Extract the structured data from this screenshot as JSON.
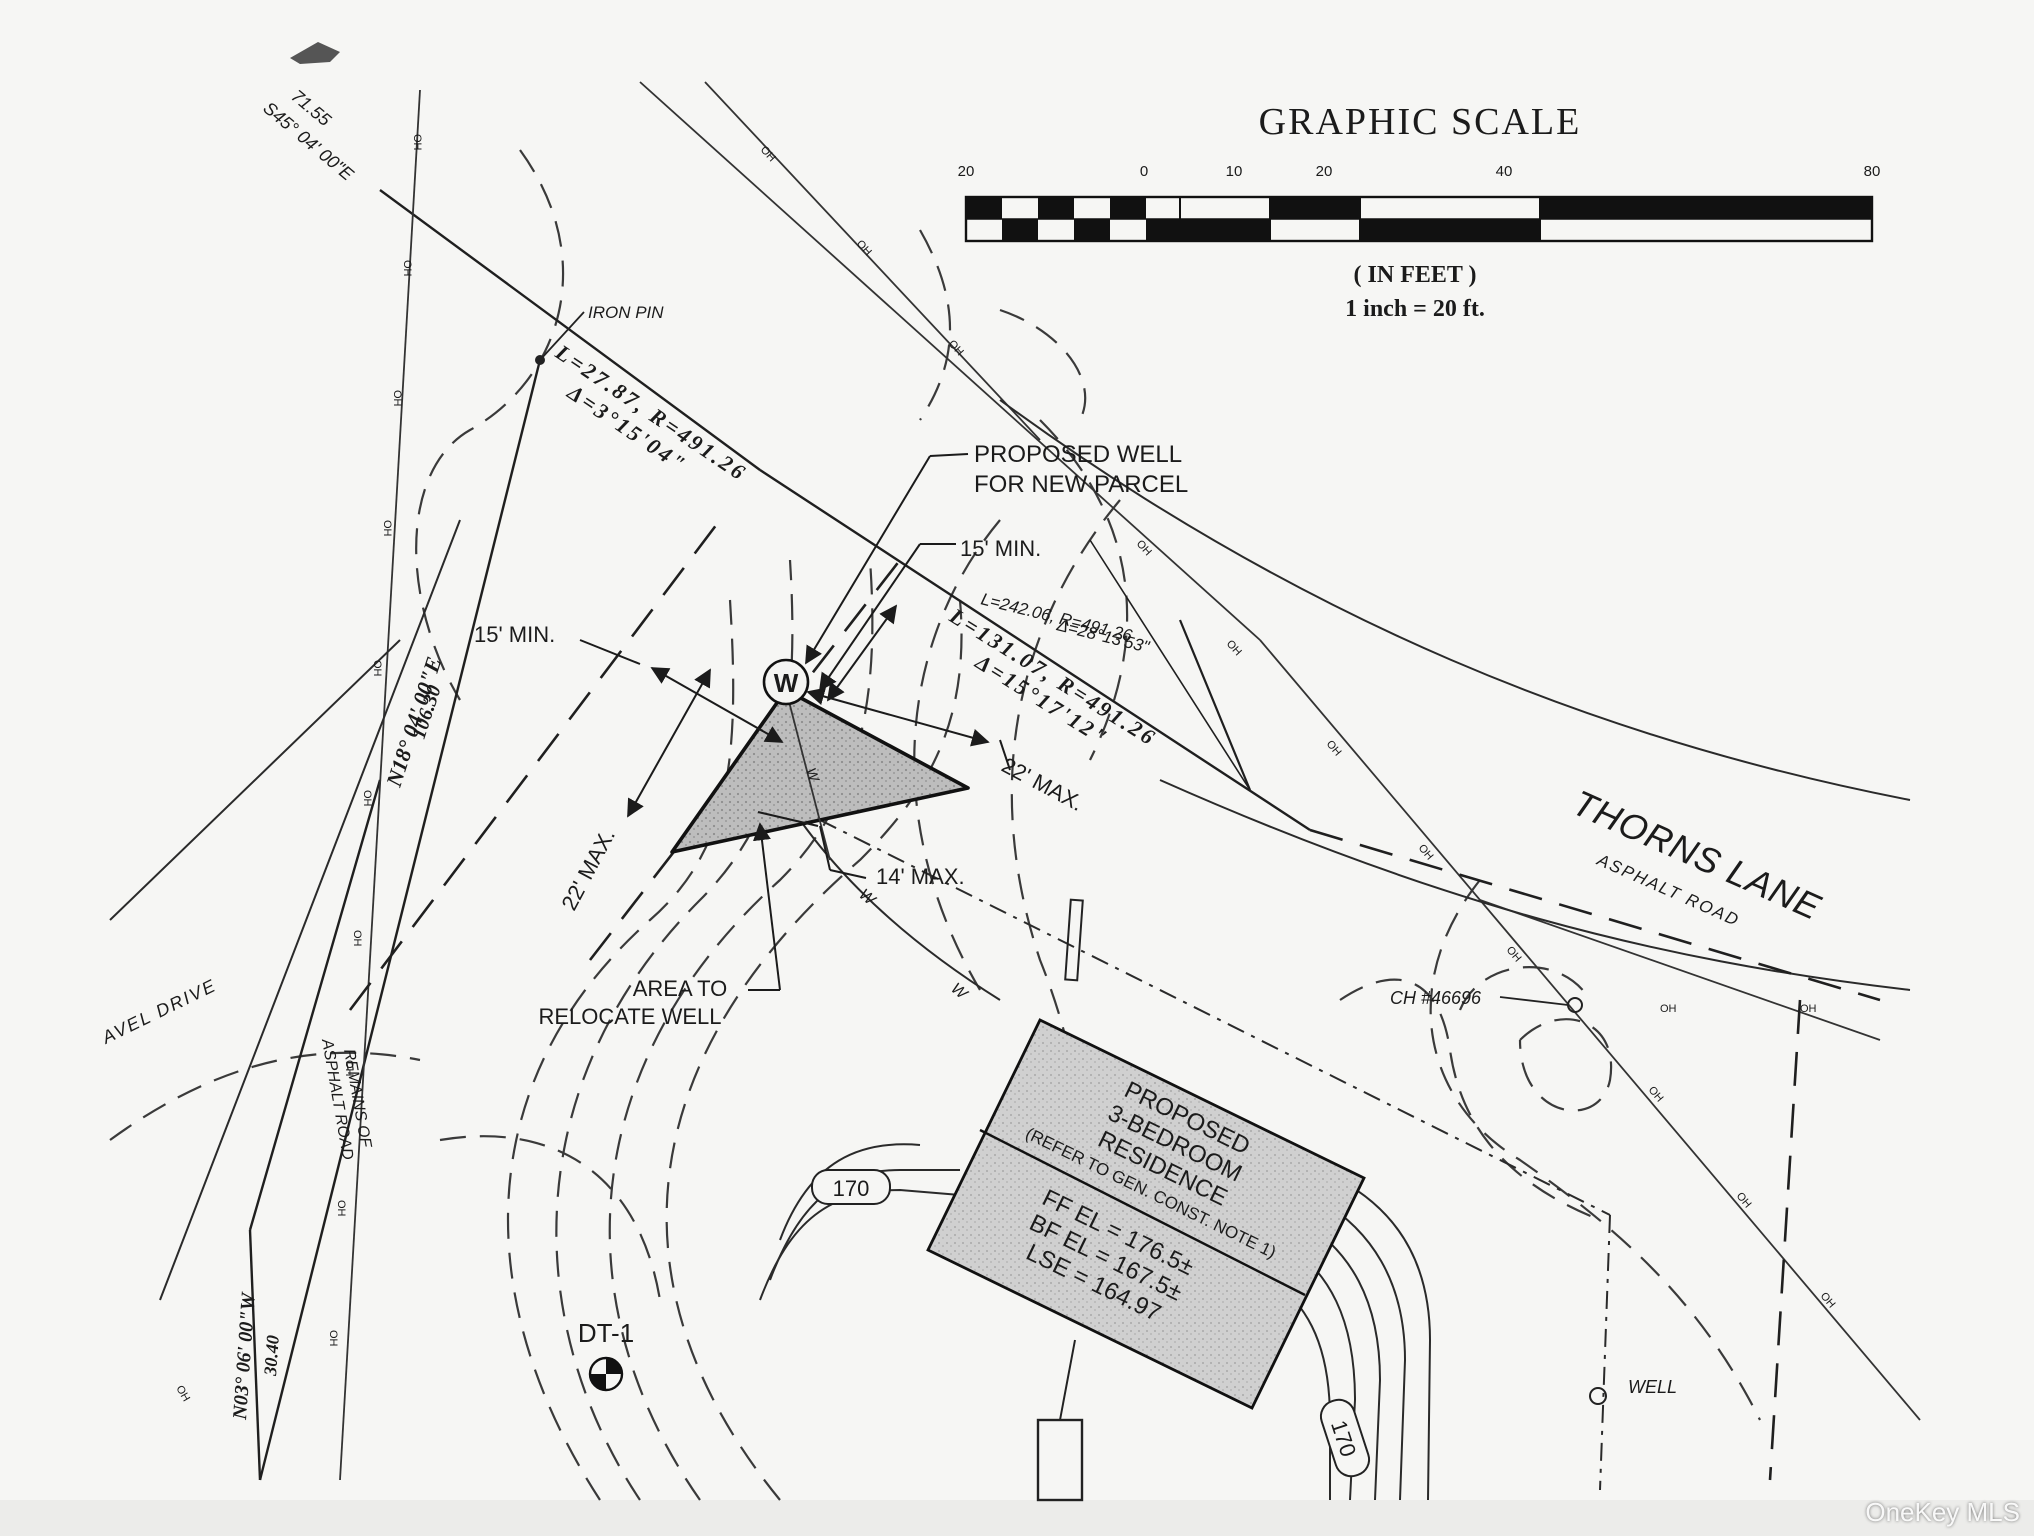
{
  "scale": {
    "title": "GRAPHIC SCALE",
    "ticks": [
      "20",
      "0",
      "10",
      "20",
      "40",
      "80"
    ],
    "units": "( IN FEET )",
    "ratio": "1 inch = 20 ft."
  },
  "labels": {
    "iron_pin": "IRON PIN",
    "bearing_top": "S45° 04' 00\"E",
    "bearing_top_dist": "71.55",
    "curve1_a": "L=27.87, R=491.26",
    "curve1_b": "Δ=3°15'04\"",
    "curve2_a": "L=242.06, R=491.26",
    "curve2_b": "Δ=28°13'53\"",
    "curve3_a": "L=131.07, R=491.26",
    "curve3_b": "Δ=15°17'12\"",
    "bearing_mid": "N18° 04' 00\"E",
    "bearing_mid_dist": "106.30",
    "bearing_low": "N03° 06' 00\"W",
    "bearing_low_dist": "30.40",
    "proposed_well_1": "PROPOSED WELL",
    "proposed_well_2": "FOR NEW PARCEL",
    "well_symbol": "W",
    "min15_a": "15' MIN.",
    "min15_b": "15' MIN.",
    "max22_a": "22' MAX.",
    "max22_b": "22' MAX.",
    "max14": "14' MAX.",
    "relocate_1": "AREA TO",
    "relocate_2": "RELOCATE WELL",
    "thorns_lane": "THORNS LANE",
    "asphalt_road": "ASPHALT ROAD",
    "chp": "CH #46696",
    "contour_170": "170",
    "dt1": "DT-1",
    "well": "WELL",
    "gravel_drive": "AVEL DRIVE",
    "remains_1": "REMAINS OF",
    "remains_2": "ASPHALT ROAD",
    "oh": "OH",
    "w_line": "W"
  },
  "residence": {
    "line1": "PROPOSED",
    "line2": "3-BEDROOM",
    "line3": "RESIDENCE",
    "line4": "(REFER TO GEN. CONST. NOTE 1)",
    "ff": "FF EL = 176.5±",
    "bf": "BF EL = 167.5±",
    "lse": "LSE = 164.97"
  },
  "watermark": "OneKey MLS"
}
